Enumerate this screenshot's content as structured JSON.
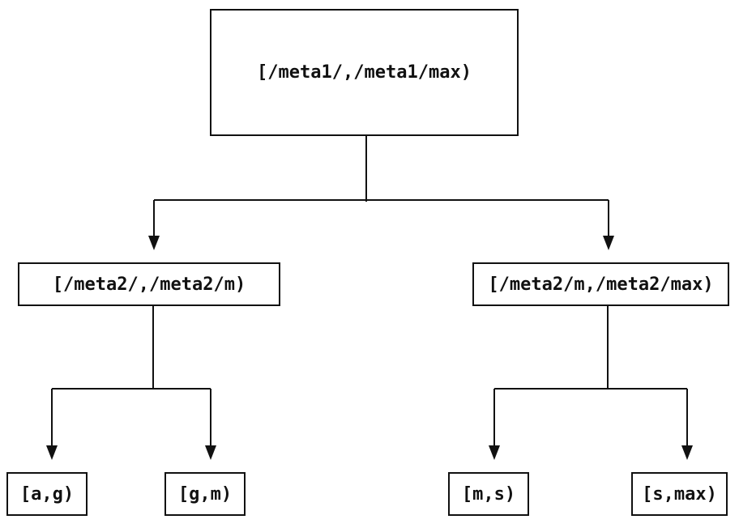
{
  "tree": {
    "root": {
      "label": "[/meta1/,/meta1/max)"
    },
    "children": [
      {
        "label": "[/meta2/,/meta2/m)",
        "children": [
          {
            "label": "[a,g)"
          },
          {
            "label": "[g,m)"
          }
        ]
      },
      {
        "label": "[/meta2/m,/meta2/max)",
        "children": [
          {
            "label": "[m,s)"
          },
          {
            "label": "[s,max)"
          }
        ]
      }
    ]
  },
  "colors": {
    "line": "#111111",
    "text": "#111111",
    "background": "#ffffff",
    "node_fill": "#ffffff"
  }
}
